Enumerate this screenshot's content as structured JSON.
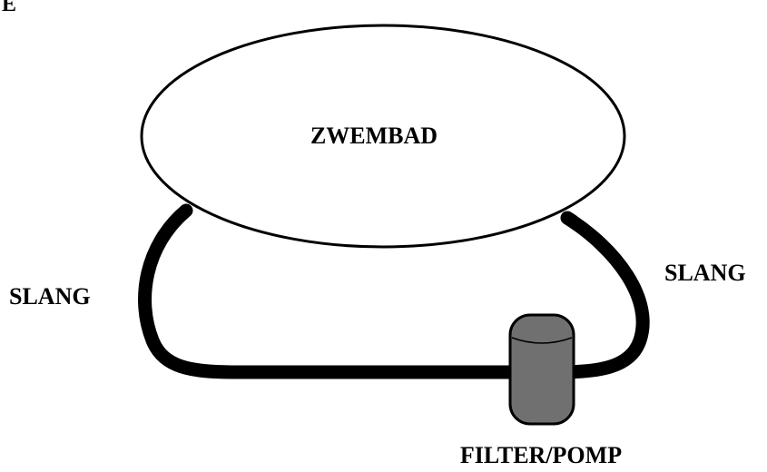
{
  "corner_mark": "E",
  "pool_label": "ZWEMBAD",
  "hose_left_label": "SLANG",
  "hose_right_label": "SLANG",
  "filter_label": "FILTER/POMP",
  "colors": {
    "hose": "#000000",
    "pool_fill": "#ffffff",
    "pool_stroke": "#000000",
    "filter_fill": "#707070",
    "filter_stroke": "#000000",
    "text": "#000000"
  }
}
